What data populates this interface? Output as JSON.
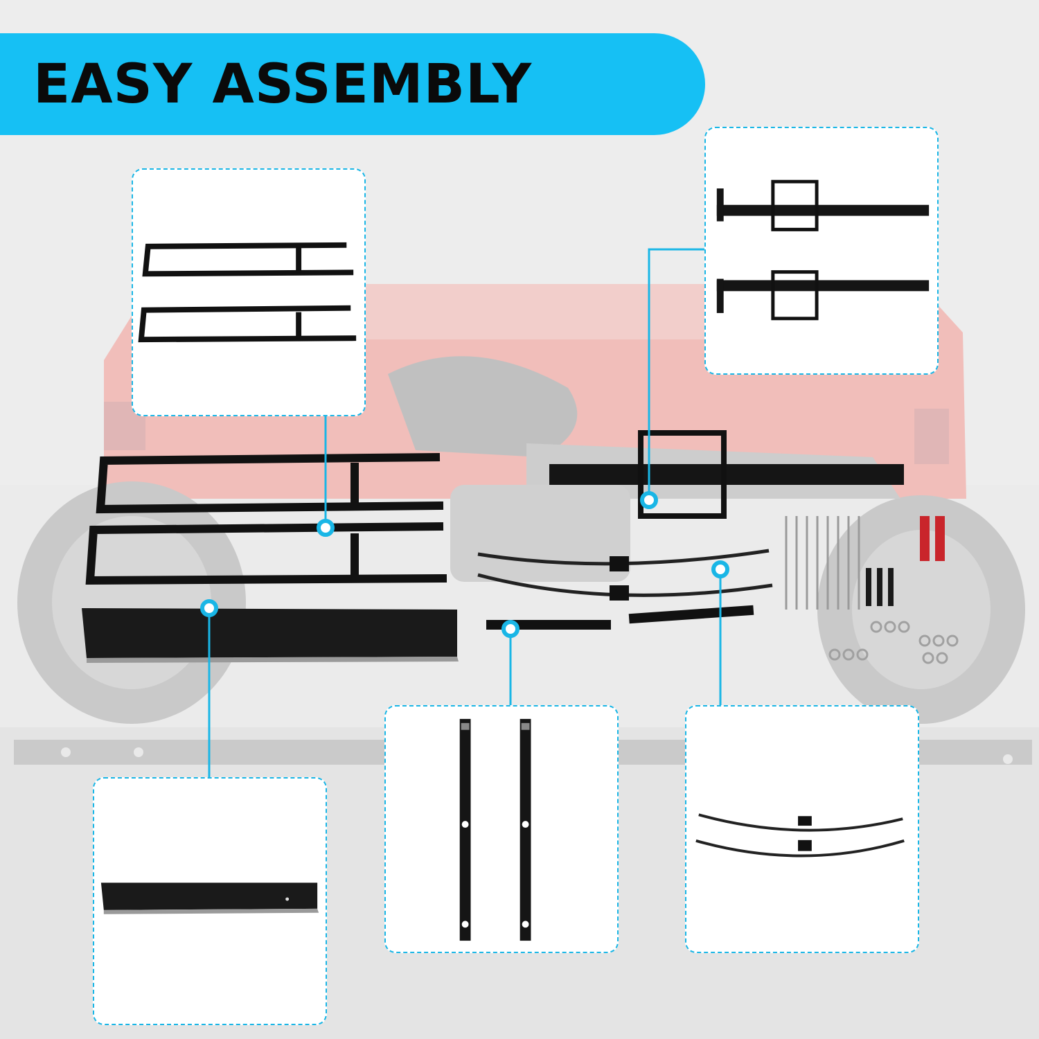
{
  "banner": {
    "title": "EASY ASSEMBLY",
    "color": "#16c0f4"
  },
  "accent_color": "#19b6e6",
  "callouts": [
    {
      "name": "callout-loading-ramps",
      "icon": "ramp-frames-icon"
    },
    {
      "name": "callout-hitch-bars",
      "icon": "hitch-bar-icon"
    },
    {
      "name": "callout-diamond-plate-ramp",
      "icon": "diamond-plate-ramp-icon"
    },
    {
      "name": "callout-support-straps",
      "icon": "support-strap-icon"
    },
    {
      "name": "callout-wheel-chock-bars",
      "icon": "wheel-chock-bar-icon"
    }
  ]
}
